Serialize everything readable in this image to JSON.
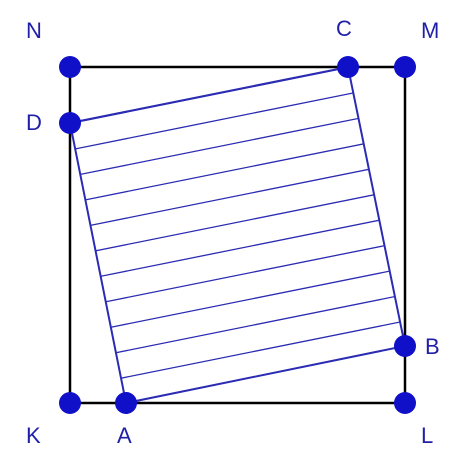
{
  "diagram": {
    "colors": {
      "square": "#000000",
      "quad": "#2b2bb3",
      "hatch": "#2b2bb3",
      "point": "#1010c8",
      "label": "#1f1fa8"
    },
    "points": {
      "N": "N",
      "M": "M",
      "C": "C",
      "D": "D",
      "B": "B",
      "K": "K",
      "A": "A",
      "L": "L"
    }
  }
}
